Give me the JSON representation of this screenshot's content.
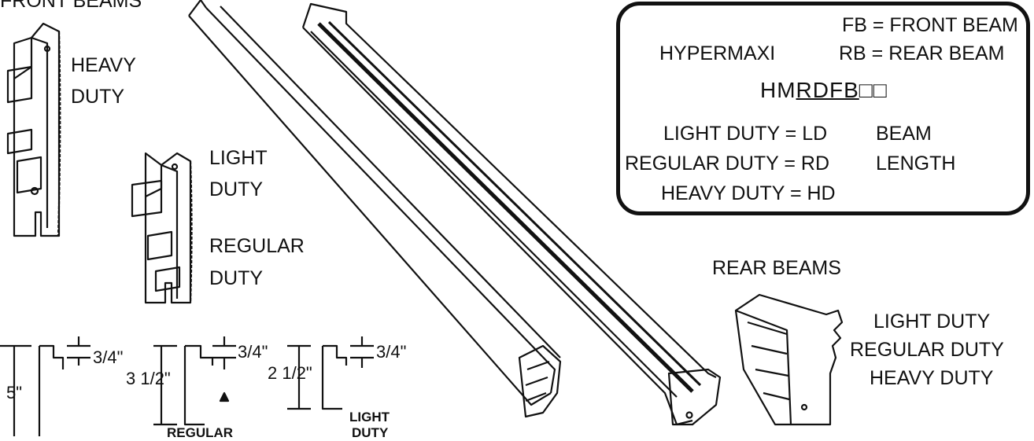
{
  "front_beams_label": "FRONT BEAMS",
  "heavy_duty_label": [
    "HEAVY",
    "DUTY"
  ],
  "light_duty_label": [
    "LIGHT",
    "DUTY"
  ],
  "regular_duty_label": [
    "REGULAR",
    "DUTY"
  ],
  "rear_beams_label": "REAR BEAMS",
  "rear_duty_list": [
    "LIGHT DUTY",
    "REGULAR  DUTY",
    "HEAVY DUTY"
  ],
  "legend": {
    "fb": "FB = FRONT BEAM",
    "rb": "RB = REAR BEAM",
    "hypermaxi": "HYPERMAXI",
    "code_hm": "HM",
    "code_rd": "RD",
    "code_fb": "FB",
    "code_boxes": "□□",
    "light": "LIGHT DUTY = LD",
    "regular": "REGULAR DUTY = RD",
    "heavy": "HEAVY DUTY = HD",
    "beam": "BEAM",
    "length": "LENGTH"
  },
  "profiles": {
    "heavy": {
      "height": "5\"",
      "lip": "3/4\""
    },
    "regular": {
      "height": "3 1/2\"",
      "lip": "3/4\"",
      "name": "REGULAR"
    },
    "light": {
      "height": "2 1/2\"",
      "lip": "3/4\"",
      "name": [
        "LIGHT",
        "DUTY"
      ]
    }
  }
}
